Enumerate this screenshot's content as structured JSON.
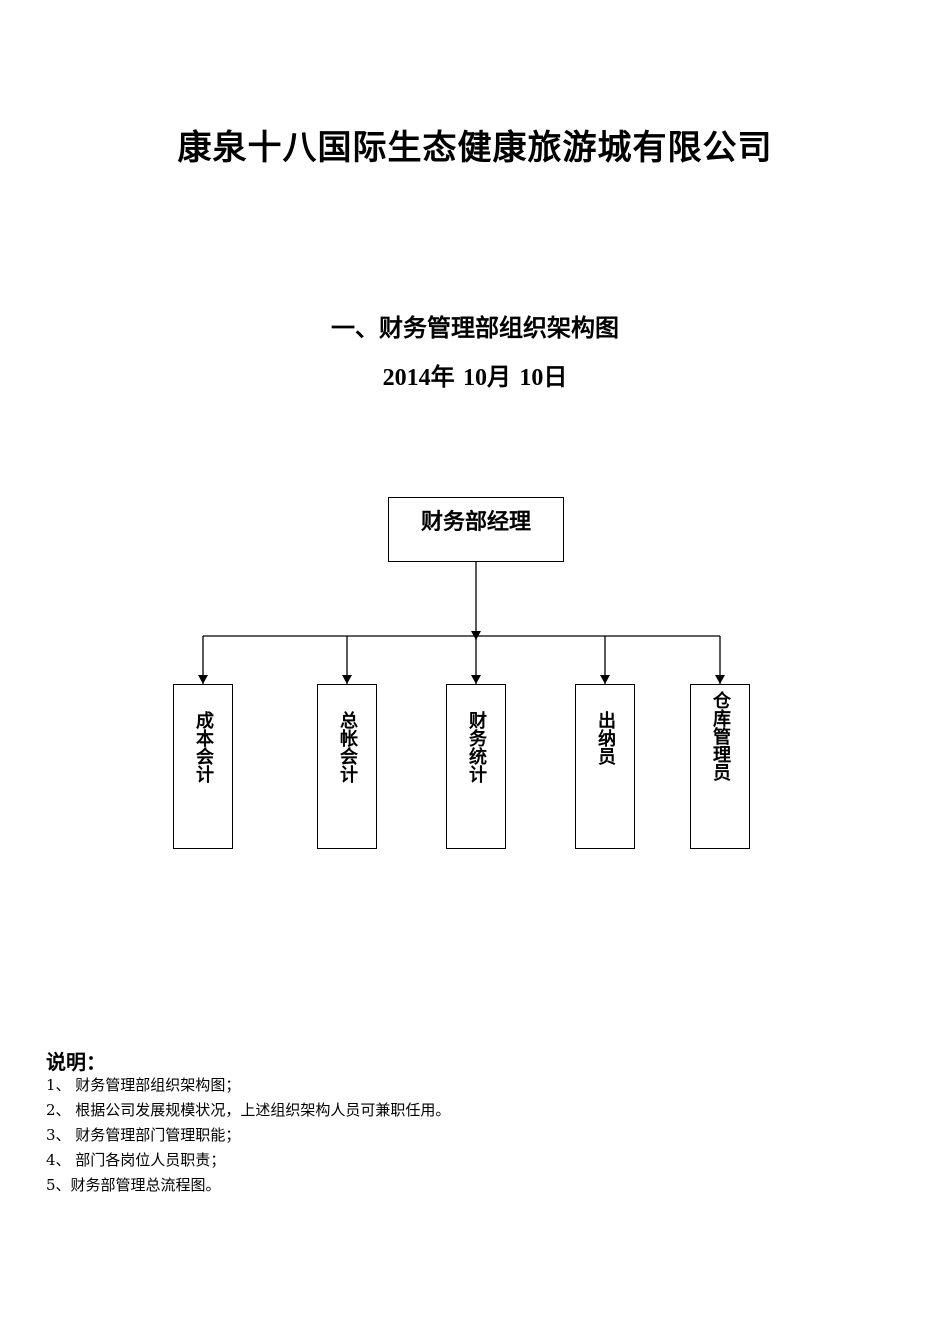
{
  "company": {
    "title": "康泉十八国际生态健康旅游城有限公司"
  },
  "section": {
    "title": "一、财务管理部组织架构图",
    "date": {
      "year": "2014",
      "year_unit": "年",
      "month": "10",
      "month_unit": "月",
      "day": "10",
      "day_unit": "日"
    }
  },
  "org_chart": {
    "manager": "财务部经理",
    "subordinates": [
      {
        "label": "成本会计"
      },
      {
        "label": "总帐会计"
      },
      {
        "label": "财务统计"
      },
      {
        "label": "出纳员"
      },
      {
        "label": "仓库管理员"
      }
    ]
  },
  "notes": {
    "title": "说明：",
    "items": [
      "1、 财务管理部组织架构图；",
      "2、 根据公司发展规模状况，上述组织架构人员可兼职任用。",
      "3、 财务管理部门管理职能；",
      "4、 部门各岗位人员职责；",
      "5、财务部管理总流程图。"
    ]
  }
}
